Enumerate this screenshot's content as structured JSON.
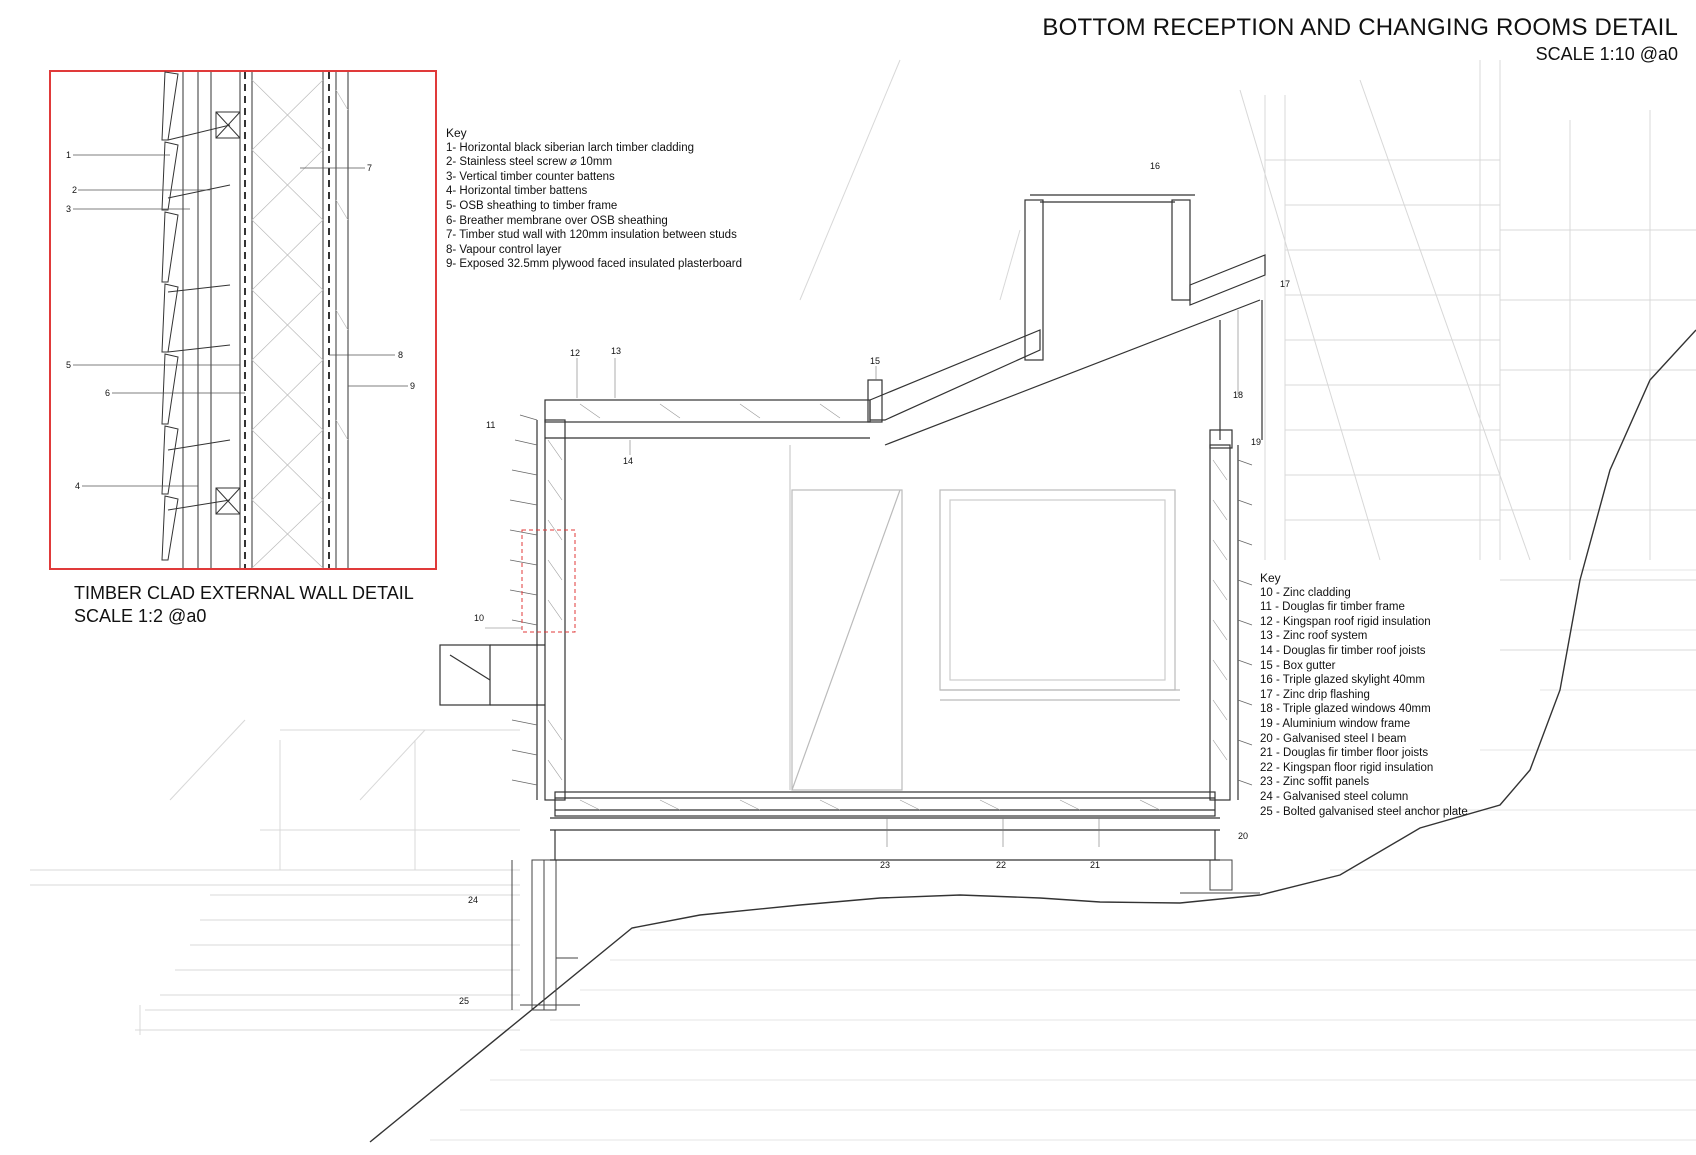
{
  "title": {
    "main": "BOTTOM RECEPTION AND CHANGING ROOMS DETAIL",
    "scale": "SCALE 1:10 @a0"
  },
  "inset": {
    "caption": "TIMBER CLAD EXTERNAL WALL DETAIL",
    "scale": "SCALE 1:2 @a0",
    "frame_color": "#e03a3a"
  },
  "key_wall": {
    "heading": "Key",
    "items": [
      "1- Horizontal black siberian larch timber cladding",
      "2- Stainless steel screw ⌀ 10mm",
      "3- Vertical timber counter battens",
      "4-  Horizontal timber battens",
      "5- OSB sheathing to timber frame",
      "6- Breather membrane over OSB sheathing",
      "7- Timber stud wall with 120mm insulation between studs",
      "8- Vapour control layer",
      "9- Exposed 32.5mm plywood faced insulated plasterboard"
    ]
  },
  "key_building": {
    "heading": "Key",
    "items": [
      "10 - Zinc cladding",
      "11 - Douglas fir timber frame",
      "12 -  Kingspan roof rigid insulation",
      "13 - Zinc roof system",
      "14 - Douglas fir timber roof joists",
      "15 - Box gutter",
      "16 - Triple glazed skylight 40mm",
      "17 - Zinc drip flashing",
      "18 - Triple glazed windows 40mm",
      "19 - Aluminium window frame",
      "20 - Galvanised steel I beam",
      "21  - Douglas fir timber floor joists",
      "22 - Kingspan floor rigid insulation",
      "23 - Zinc soffit panels",
      "24 - Galvanised steel column",
      "25 - Bolted galvanised steel anchor plate"
    ]
  },
  "callouts": {
    "c1": "1",
    "c2": "2",
    "c3": "3",
    "c4": "4",
    "c5": "5",
    "c6": "6",
    "c7": "7",
    "c8": "8",
    "c9": "9",
    "c10": "10",
    "c11": "11",
    "c12": "12",
    "c13": "13",
    "c14": "14",
    "c15": "15",
    "c16": "16",
    "c17": "17",
    "c18": "18",
    "c19": "19",
    "c20": "20",
    "c21": "21",
    "c22": "22",
    "c23": "23",
    "c24": "24",
    "c25": "25"
  }
}
